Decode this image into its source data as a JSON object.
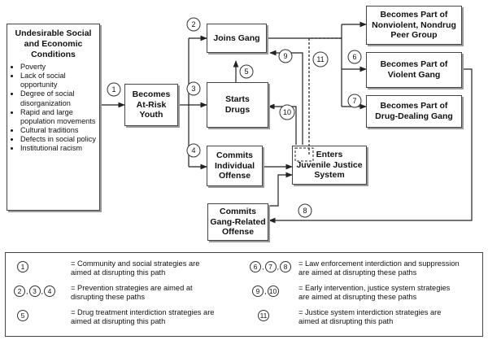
{
  "conditions": {
    "title": "Undesirable Social\nand Economic\nConditions",
    "items": [
      "Poverty",
      "Lack of social opportunity",
      "Degree of social disorganization",
      "Rapid and large population movements",
      "Cultural traditions",
      "Defects in social policy",
      "Institutional racism"
    ]
  },
  "boxes": {
    "at_risk": "Becomes\nAt-Risk\nYouth",
    "joins_gang": "Joins Gang",
    "starts_drugs": "Starts\nDrugs",
    "commits_offense": "Commits\nIndividual\nOffense",
    "juvenile_justice": "Enters\nJuvenile Justice\nSystem",
    "gang_offense": "Commits\nGang-Related\nOffense",
    "nonviolent": "Becomes Part of\nNonviolent, Nondrug\nPeer Group",
    "violent": "Becomes Part of\nViolent Gang",
    "drug_dealing": "Becomes Part of\nDrug-Dealing Gang"
  },
  "path_numbers": [
    "1",
    "2",
    "3",
    "4",
    "5",
    "6",
    "7",
    "8",
    "9",
    "10",
    "11"
  ],
  "legend": [
    {
      "numbers": [
        "1"
      ],
      "text": "= Community and social strategies are\n   aimed at disrupting this path"
    },
    {
      "numbers": [
        "2",
        "3",
        "4"
      ],
      "text": "= Prevention strategies are aimed at\n   disrupting these paths"
    },
    {
      "numbers": [
        "5"
      ],
      "text": "= Drug treatment interdiction strategies are\n   aimed at disrupting this path"
    },
    {
      "numbers": [
        "6",
        "7",
        "8"
      ],
      "text": "= Law enforcement interdiction and suppression\n   are aimed at disrupting these paths"
    },
    {
      "numbers": [
        "9",
        "10"
      ],
      "text": "= Early intervention, justice system strategies\n   are aimed at disrupting these paths"
    },
    {
      "numbers": [
        "11"
      ],
      "text": "= Justice system interdiction strategies are\n   aimed at disrupting this path"
    }
  ]
}
